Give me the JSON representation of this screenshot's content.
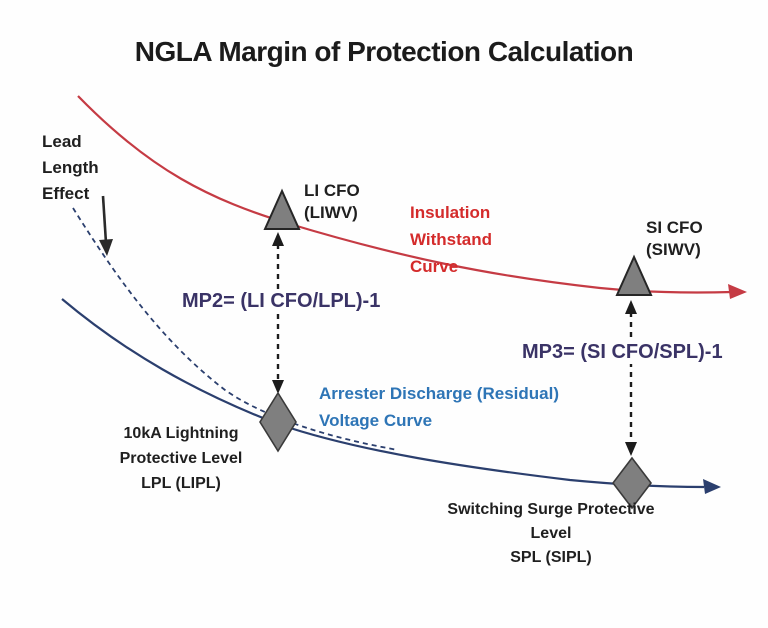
{
  "title": "NGLA Margin of Protection Calculation",
  "labels": {
    "lead_length": {
      "lines": [
        "Lead",
        "Length",
        "Effect"
      ]
    },
    "li_cfo": {
      "lines": [
        "LI CFO",
        "(LIWV)"
      ]
    },
    "insulation_curve": {
      "lines": [
        "Insulation",
        "Withstand",
        "Curve"
      ],
      "color": "#d42b2b"
    },
    "mp2": {
      "text": "MP2= (LI CFO/LPL)-1",
      "color": "#3a3366"
    },
    "si_cfo": {
      "lines": [
        "SI CFO",
        "(SIWV)"
      ]
    },
    "mp3": {
      "text": "MP3= (SI CFO/SPL)-1",
      "color": "#3a3366"
    },
    "arrester_curve": {
      "lines": [
        "Arrester Discharge (Residual)",
        "Voltage Curve"
      ],
      "color": "#2e75b6"
    },
    "lpl": {
      "lines": [
        "10kA Lightning",
        "Protective Level",
        "LPL (LIPL)"
      ]
    },
    "spl": {
      "lines": [
        "Switching Surge Protective",
        "Level",
        "SPL (SIPL)"
      ]
    }
  },
  "figure": {
    "curves": [
      {
        "name": "insulation-withstand-curve",
        "style": "solid",
        "color": "#c53b44",
        "arrow_end": true
      },
      {
        "name": "arrester-discharge-voltage-curve",
        "style": "solid",
        "color": "#2b3f6e",
        "arrow_end": true
      },
      {
        "name": "lead-length-effect-curve",
        "style": "dashed",
        "color": "#2b3f6e",
        "arrow_end": false
      }
    ],
    "markers": [
      {
        "name": "li-cfo-triangle",
        "shape": "triangle",
        "fill": "#7f7f7f"
      },
      {
        "name": "si-cfo-triangle",
        "shape": "triangle",
        "fill": "#7f7f7f"
      },
      {
        "name": "lpl-diamond",
        "shape": "diamond",
        "fill": "#7f7f7f"
      },
      {
        "name": "spl-diamond",
        "shape": "diamond",
        "fill": "#7f7f7f"
      }
    ],
    "annotations": [
      {
        "name": "mp2-margin-arrow",
        "type": "dashed-double-arrow"
      },
      {
        "name": "mp3-margin-arrow",
        "type": "dashed-double-arrow"
      },
      {
        "name": "lead-length-pointer-arrow",
        "type": "solid-arrow"
      }
    ]
  }
}
